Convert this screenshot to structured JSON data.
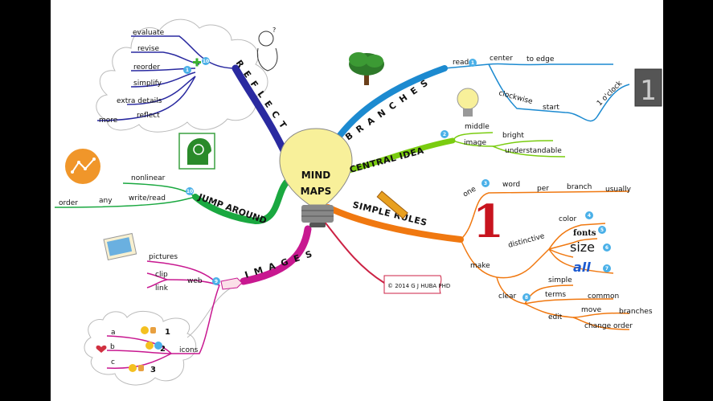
{
  "center": {
    "line1": "MIND",
    "line2": "MAPS"
  },
  "branches": {
    "reflect": {
      "label": "R E F L E C T",
      "number": "1",
      "number2": "10",
      "words": [
        "evaluate",
        "revise",
        "reorder",
        "simplify",
        "extra details",
        "more",
        "reflect"
      ]
    },
    "branches": {
      "label": "B R A N C H E S",
      "number": "1",
      "words": [
        "read",
        "center",
        "to edge",
        "clockwise",
        "start",
        "1 o'clock"
      ]
    },
    "central": {
      "label": "CENTRAL IDEA",
      "number": "2",
      "words": [
        "middle",
        "image",
        "bright",
        "understandable"
      ]
    },
    "jump": {
      "label": "JUMP AROUND",
      "number": "10",
      "words": [
        "nonlinear",
        "order",
        "any",
        "write/read"
      ]
    },
    "simple": {
      "label": "SIMPLE RULES",
      "number": "3",
      "number4": "4",
      "number5": "5",
      "number6": "6",
      "number7": "7",
      "number8": "8",
      "words": [
        "one",
        "word",
        "per",
        "branch",
        "usually",
        "distinctive",
        "color",
        "fonts",
        "size",
        "all",
        "make",
        "clear",
        "simple",
        "terms",
        "common",
        "edit",
        "move",
        "branches",
        "change order"
      ],
      "big_one": "1"
    },
    "images": {
      "label": "I M A G E S",
      "number": "9",
      "words": [
        "pictures",
        "clip",
        "link",
        "web",
        "icons",
        "a",
        "b",
        "c",
        "1",
        "2",
        "3"
      ]
    }
  },
  "digit_display": "1",
  "copyright": "© 2014 G J HUBA PHD",
  "colors": {
    "reflect": "#2a2aa0",
    "branches": "#1c8ad0",
    "central": "#7acc10",
    "jump": "#1aa840",
    "simple": "#f07810",
    "images": "#c81890",
    "bulb": "#f8f09a",
    "copyright": "#cc2244"
  },
  "icons": [
    "tree-icon",
    "bulb-icon",
    "reflect-cartoon-icon",
    "head-cycle-icon",
    "graph-icon",
    "photo-icon",
    "ruler-icon",
    "hand-icon",
    "smiley-icon",
    "heart-icon",
    "thumbs-up-icon",
    "thumbs-down-icon",
    "question-icon"
  ]
}
